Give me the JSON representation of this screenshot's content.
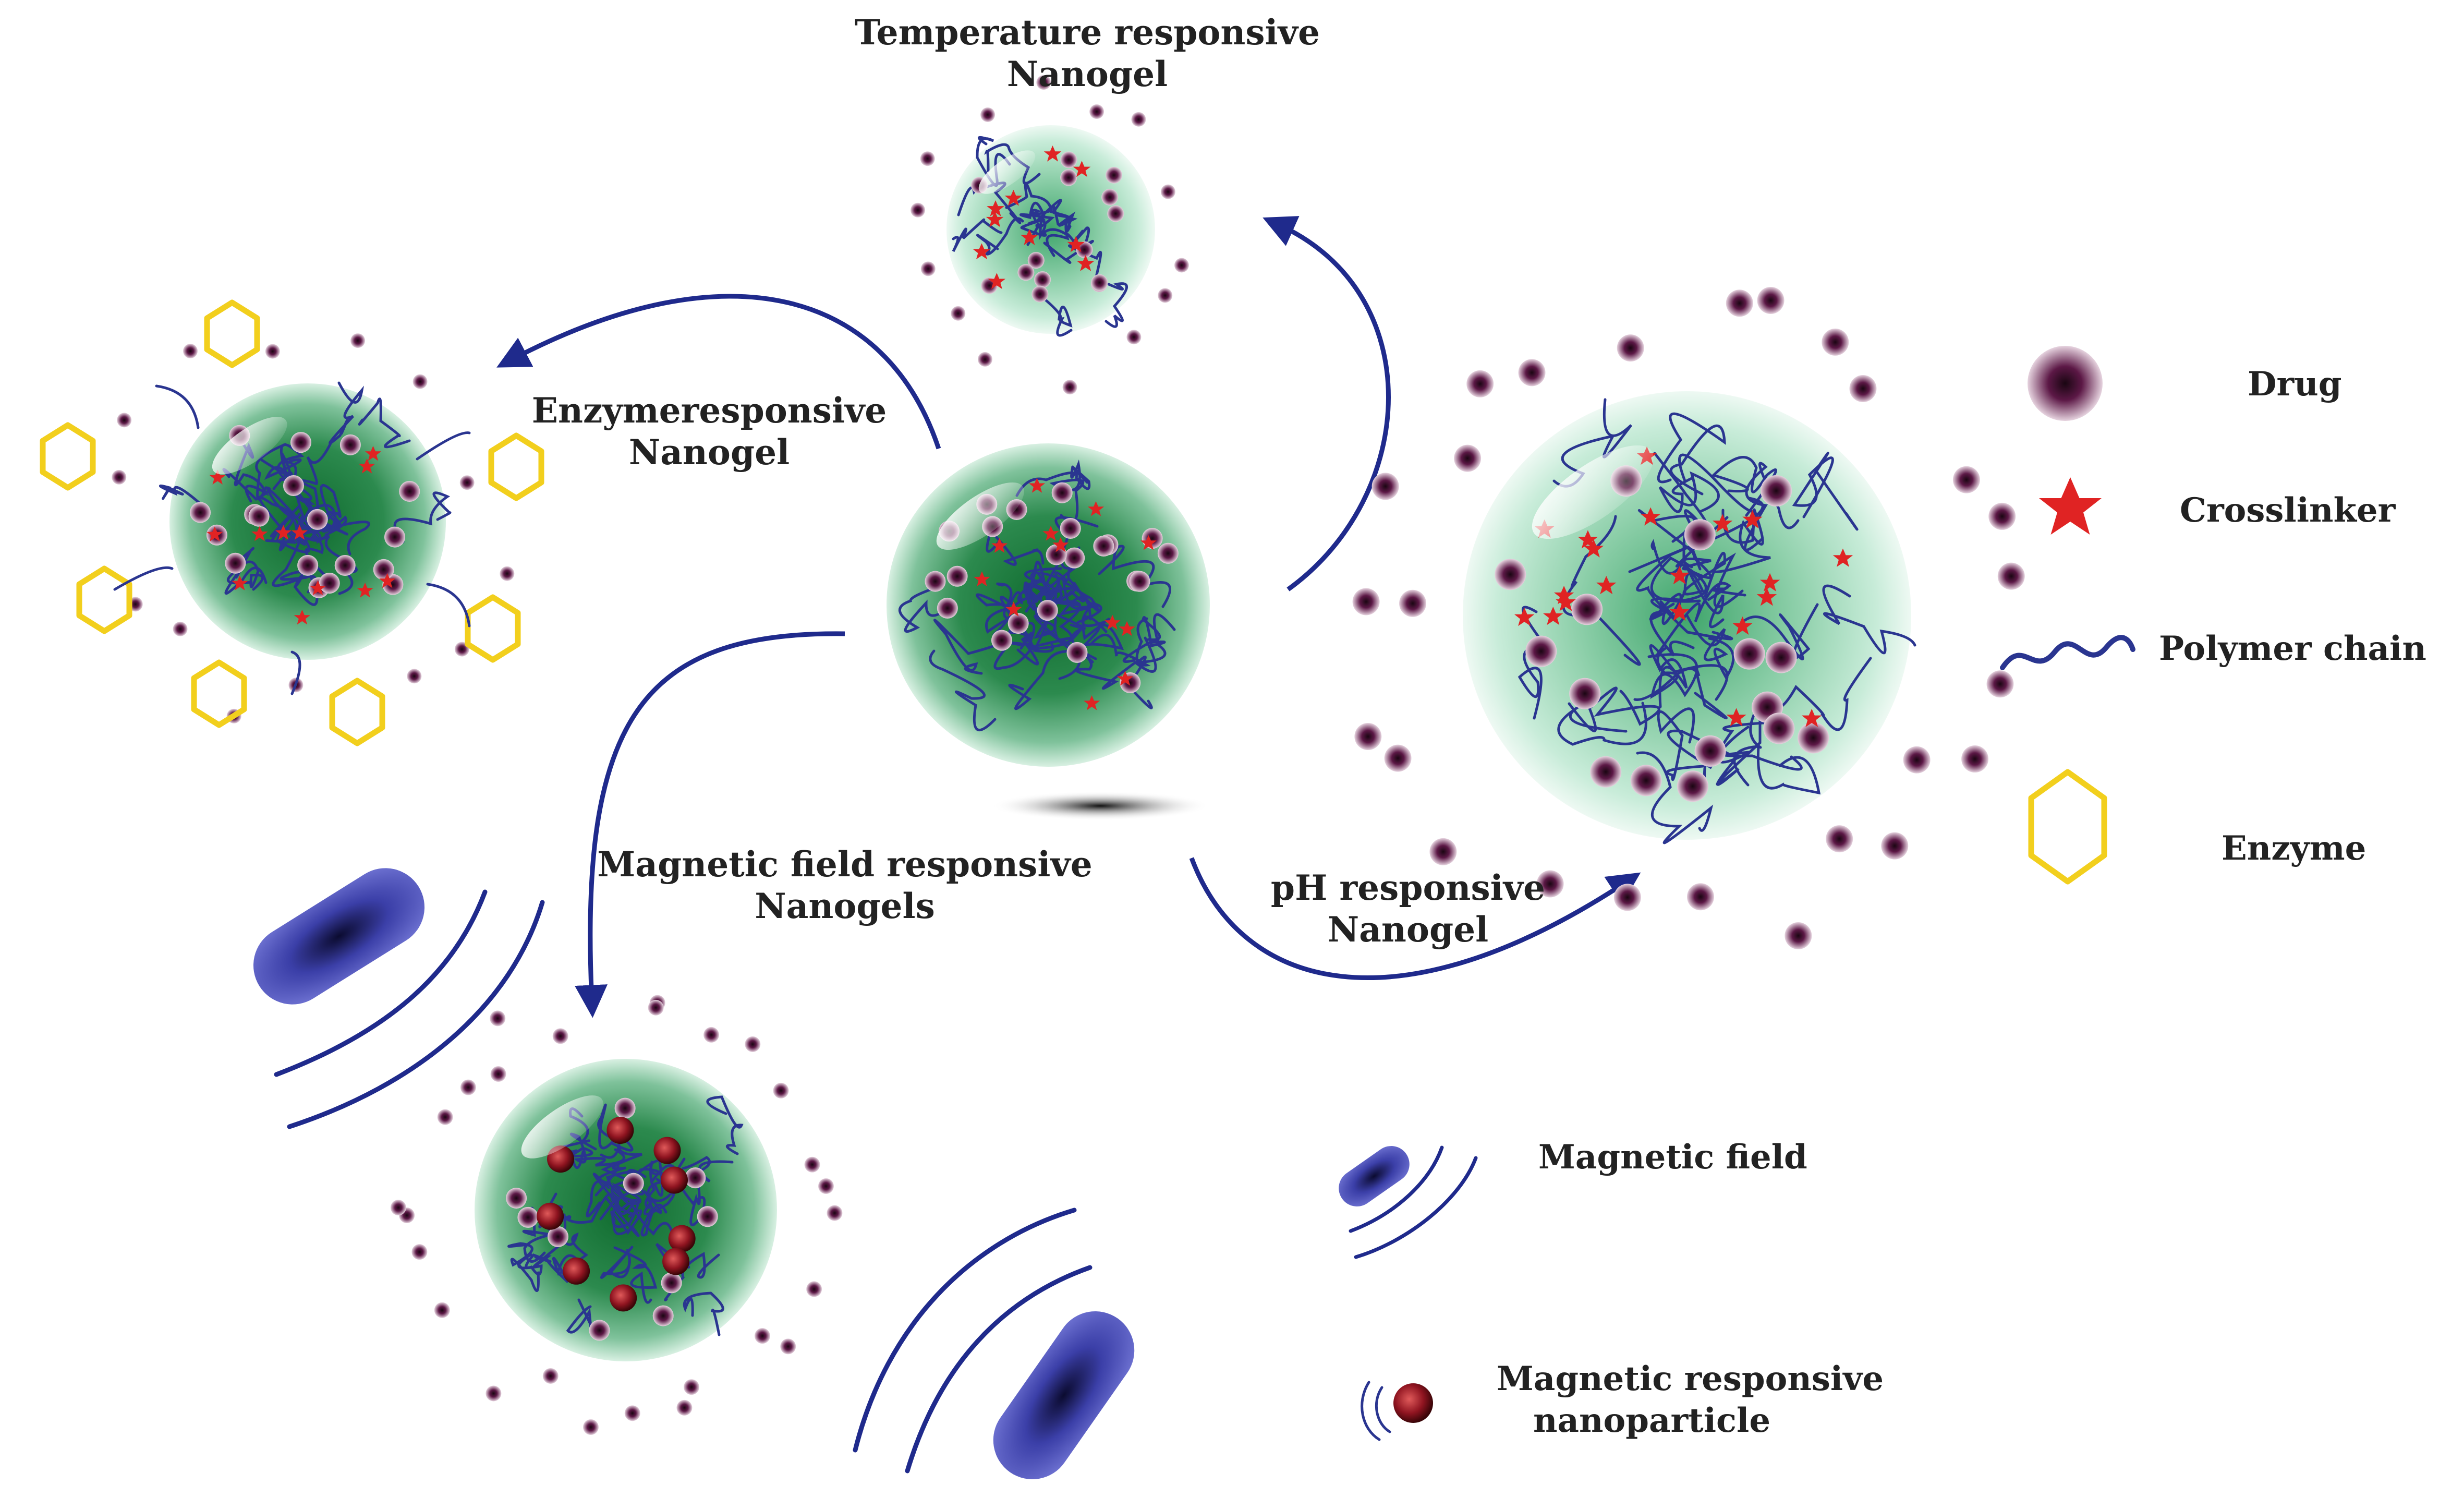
{
  "labels": {
    "temperature": [
      "Temperature responsive",
      "Nanogel"
    ],
    "enzyme": [
      "Enzymeresponsive",
      "Nanogel"
    ],
    "magnetic": [
      "Magnetic field responsive",
      "Nanogels"
    ],
    "ph": [
      "pH responsive",
      "Nanogel"
    ]
  },
  "legend": {
    "drug": "Drug",
    "crosslinker": "Crosslinker",
    "polymer_chain": "Polymer chain",
    "enzyme": "Enzyme",
    "magnetic_field": "Magnetic field",
    "magnetic_nanoparticle": [
      "Magnetic responsive",
      "nanoparticle"
    ]
  },
  "colors": {
    "gel_core": "#1d7a3e",
    "gel_edge": "#bfe6d0",
    "drug": "#5c1846",
    "crosslinker": "#e02323",
    "polymer_chain": "#2a3590",
    "enzyme": "#f2cf1d",
    "magnet": "#3b3fa8",
    "nanoparticle": "#8f1420",
    "arrow": "#1f2a8c"
  },
  "icons": [
    "drug-icon",
    "crosslinker-star-icon",
    "polymer-chain-icon",
    "enzyme-hexagon-icon",
    "magnetic-field-icon",
    "magnetic-nanoparticle-icon"
  ]
}
